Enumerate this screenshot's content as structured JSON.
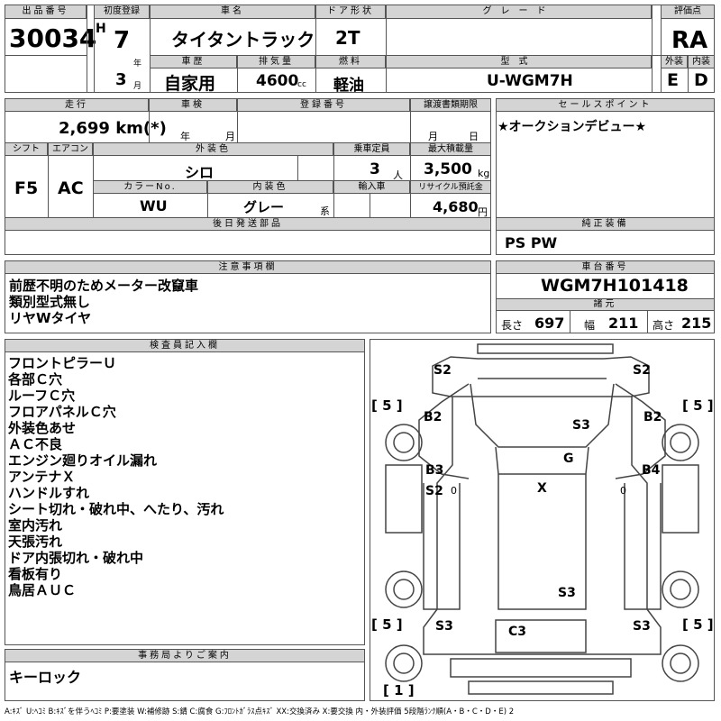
{
  "header": {
    "lot_no_label": "出品番号",
    "lot_no": "30034",
    "first_reg_label": "初度登録",
    "era": "H",
    "year": "7",
    "year_unit": "年",
    "month": "3",
    "month_unit": "月",
    "car_name_label": "車名",
    "car_name": "タイタントラック",
    "door_label": "ドア形状",
    "door": "2T",
    "grade_label": "グレード",
    "grade": "",
    "score_label": "評価点",
    "score": "RA",
    "history_label": "車歴",
    "history": "自家用",
    "displacement_label": "排気量",
    "displacement": "4600",
    "displacement_unit": "cc",
    "fuel_label": "燃料",
    "fuel": "軽油",
    "model_label": "型式",
    "model": "U-WGM7H",
    "exterior_label": "外装",
    "exterior": "E",
    "interior_label": "内装",
    "interior": "D"
  },
  "row2": {
    "mileage_label": "走行",
    "mileage": "2,699 km(*)",
    "inspection_label": "車検",
    "inspection_year_unit": "年",
    "inspection_month_unit": "月",
    "reg_no_label": "登録番号",
    "transfer_label": "譲渡書類期限",
    "transfer_month_unit": "月",
    "transfer_day_unit": "日",
    "sales_point_label": "セールスポイント",
    "sales_point": "★オークションデビュー★",
    "shift_label": "シフト",
    "shift": "F5",
    "ac_label": "エアコン",
    "ac": "AC",
    "color_label": "外装色",
    "color": "シロ",
    "capacity_label": "乗車定員",
    "capacity": "3",
    "capacity_unit": "人",
    "load_label": "最大積載量",
    "load": "3,500",
    "load_unit": "kg",
    "color_no_label": "カラーNo.",
    "color_no": "WU",
    "int_color_label": "内装色",
    "int_color": "グレー",
    "int_color_unit": "系",
    "import_label": "輸入車",
    "recycle_label": "リサイクル預託金",
    "recycle": "4,680",
    "recycle_unit": "円",
    "later_parts_label": "後日発送部品",
    "equipment_label": "純正装備",
    "equipment": "PS PW"
  },
  "notice": {
    "label": "注意事項欄",
    "lines": [
      "前歴不明のためメーター改竄車",
      "類別型式無し",
      "リヤWタイヤ"
    ]
  },
  "chassis": {
    "label": "車台番号",
    "number": "WGM7H101418",
    "spec_label": "諸元",
    "length_label": "長さ",
    "length": "697",
    "width_label": "幅",
    "width": "211",
    "height_label": "高さ",
    "height": "215"
  },
  "inspector": {
    "label": "検査員記入欄",
    "lines": [
      "フロントピラーＵ",
      "各部Ｃ穴",
      "ルーフＣ穴",
      "フロアパネルＣ穴",
      "外装色あせ",
      "ＡＣ不良",
      "エンジン廻りオイル漏れ",
      "アンテナＸ",
      "ハンドルすれ",
      "シート切れ・破れ中、へたり、汚れ",
      "室内汚れ",
      "天張汚れ",
      "ドア内張切れ・破れ中",
      "看板有り",
      "鳥居ＡＵＣ"
    ]
  },
  "office": {
    "label": "事務局よりご案内",
    "text": "キーロック"
  },
  "diagram": {
    "codes": {
      "s2_tl": "S2",
      "s2_tr": "S2",
      "b2_l": "B2",
      "b2_r": "B2",
      "s3_top": "S3",
      "b3": "B3",
      "s2_ml": "S2",
      "zero_l": "0",
      "g": "G",
      "b4": "B4",
      "zero_r": "0",
      "x": "X",
      "s3_bottom": "S3",
      "s3_bl": "S3",
      "c3": "C3",
      "s3_br": "S3"
    },
    "tires": {
      "fl": "[ 5 ]",
      "fr": "[ 5 ]",
      "rl": "[ 5 ]",
      "rr": "[ 5 ]",
      "spare": "[ 1 ]"
    }
  },
  "legend": "A:ｷｽﾞ U:ﾍｺﾐ B:ｷｽﾞを伴うﾍｺﾐ P:要塗装 W:補修跡 S:錆 C:腐食 G:ﾌﾛﾝﾄｶﾞﾗｽ点ｷｽﾞ XX:交換済み X:要交換 内・外装評価 5段階ﾗﾝｸ順(A・B・C・D・E) 2"
}
